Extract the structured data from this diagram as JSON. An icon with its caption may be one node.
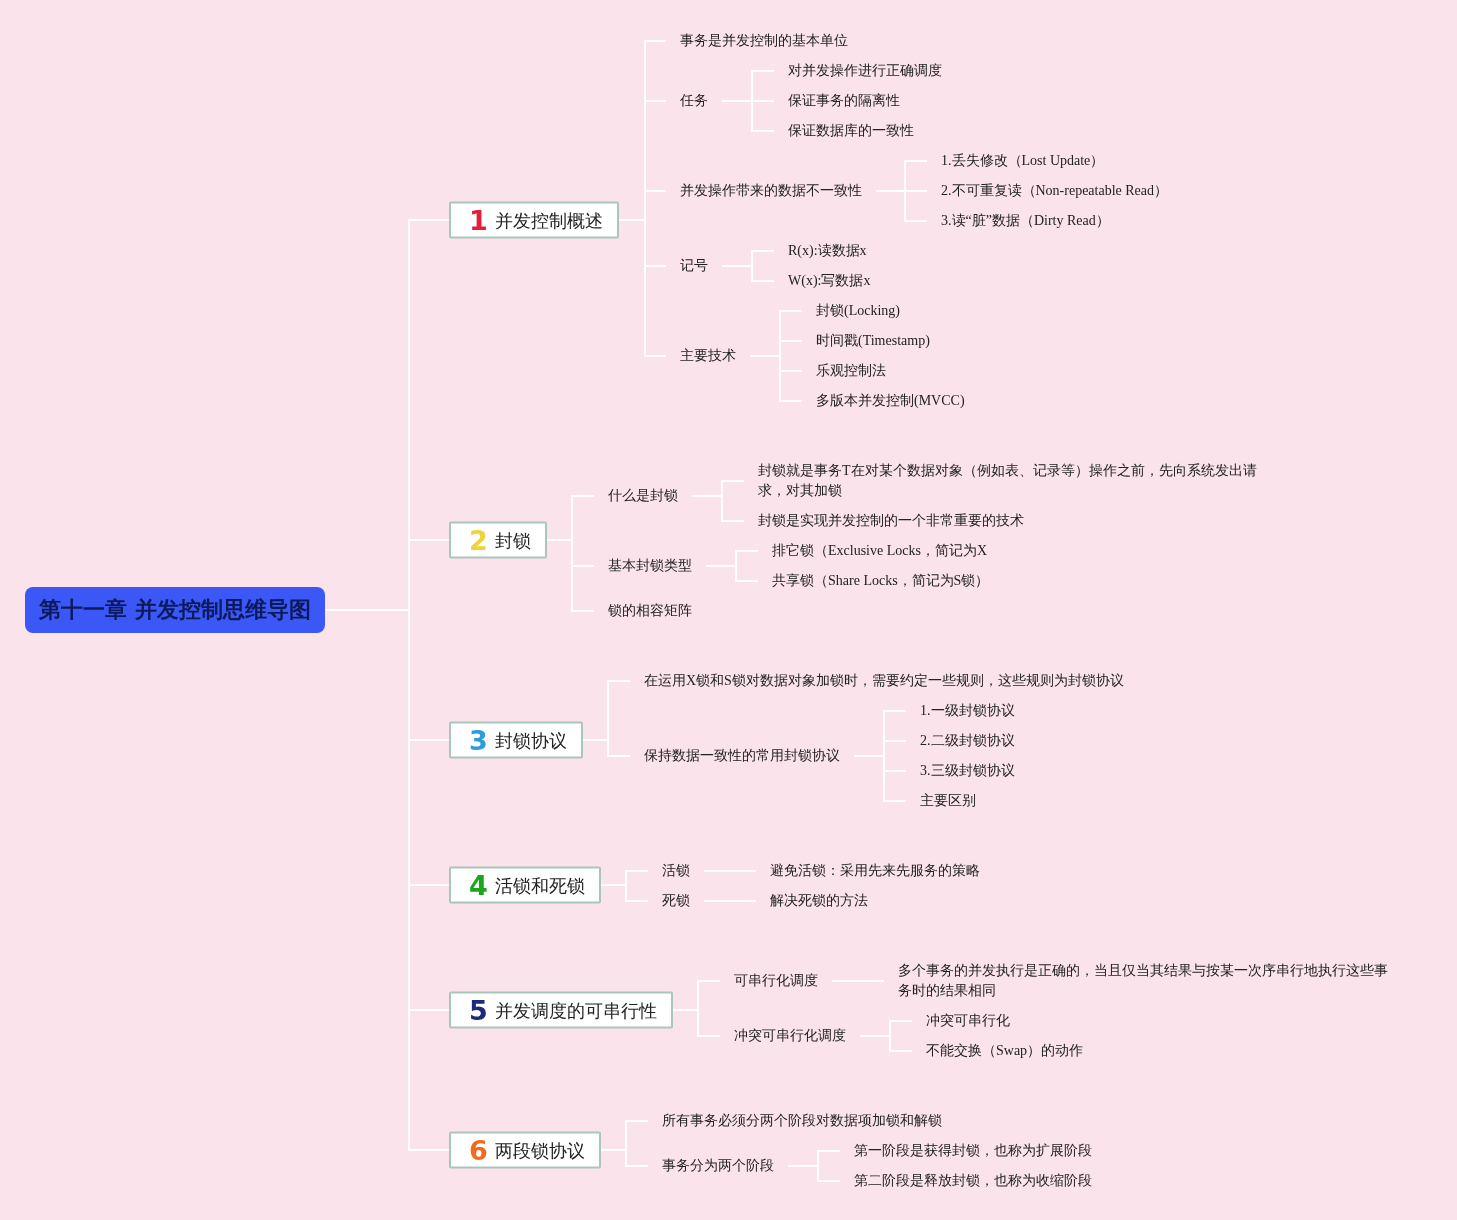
{
  "diagram": {
    "nodes": [
      {
        "text": [
          "第十一章 并发控制思维导图"
        ]
      },
      {
        "text": [
          "1",
          "并发控制概述"
        ]
      },
      {
        "text": [
          "事务是并发控制的基本单位"
        ]
      },
      {
        "text": [
          "任务"
        ]
      },
      {
        "text": [
          "对并发操作进行正确调度"
        ]
      },
      {
        "text": [
          "保证事务的隔离性"
        ]
      },
      {
        "text": [
          "保证数据库的一致性"
        ]
      },
      {
        "text": [
          "并发操作带来的数据不一致性"
        ]
      },
      {
        "text": [
          "1.丢失修改（Lost Update）"
        ]
      },
      {
        "text": [
          "2.不可重复读（Non-repeatable Read）"
        ]
      },
      {
        "text": [
          "3.读“脏”数据（Dirty Read）"
        ]
      },
      {
        "text": [
          "记号"
        ]
      },
      {
        "text": [
          "R(x):读数据x"
        ]
      },
      {
        "text": [
          "W(x):写数据x"
        ]
      },
      {
        "text": [
          "主要技术"
        ]
      },
      {
        "text": [
          "封锁(Locking)"
        ]
      },
      {
        "text": [
          "时间戳(Timestamp)"
        ]
      },
      {
        "text": [
          "乐观控制法"
        ]
      },
      {
        "text": [
          "多版本并发控制(MVCC)"
        ]
      },
      {
        "text": [
          "2",
          "封锁"
        ]
      },
      {
        "text": [
          "什么是封锁"
        ]
      },
      {
        "text": [
          "封锁就是事务T在对某个数据对象（例如表、记录等）操作之前，先向系统发出请求，对其加锁"
        ]
      },
      {
        "text": [
          "封锁是实现并发控制的一个非常重要的技术"
        ]
      },
      {
        "text": [
          "基本封锁类型"
        ]
      },
      {
        "text": [
          "排它锁（Exclusive Locks，简记为X"
        ]
      },
      {
        "text": [
          "共享锁（Share Locks，简记为S锁）"
        ]
      },
      {
        "text": [
          "锁的相容矩阵"
        ]
      },
      {
        "text": [
          "3",
          "封锁协议"
        ]
      },
      {
        "text": [
          "在运用X锁和S锁对数据对象加锁时，需要约定一些规则，这些规则为封锁协议"
        ]
      },
      {
        "text": [
          "保持数据一致性的常用封锁协议"
        ]
      },
      {
        "text": [
          "1.一级封锁协议"
        ]
      },
      {
        "text": [
          "2.二级封锁协议"
        ]
      },
      {
        "text": [
          "3.三级封锁协议"
        ]
      },
      {
        "text": [
          "主要区别"
        ]
      },
      {
        "text": [
          "4",
          "活锁和死锁"
        ]
      },
      {
        "text": [
          "活锁"
        ]
      },
      {
        "text": [
          "避免活锁：采用先来先服务的策略"
        ]
      },
      {
        "text": [
          "死锁"
        ]
      },
      {
        "text": [
          "解决死锁的方法"
        ]
      },
      {
        "text": [
          "5",
          "并发调度的可串行性"
        ]
      },
      {
        "text": [
          "可串行化调度"
        ]
      },
      {
        "text": [
          "多个事务的并发执行是正确的，当且仅当其结果与按某一次序串行地执行这些事务时的结果相同"
        ]
      },
      {
        "text": [
          "冲突可串行化调度"
        ]
      },
      {
        "text": [
          "冲突可串行化"
        ]
      },
      {
        "text": [
          "不能交换（Swap）的动作"
        ]
      },
      {
        "text": [
          "6",
          "两段锁协议"
        ]
      },
      {
        "text": [
          "所有事务必须分两个阶段对数据项加锁和解锁"
        ]
      },
      {
        "text": [
          "事务分为两个阶段"
        ]
      },
      {
        "text": [
          "第一阶段是获得封锁，也称为扩展阶段"
        ]
      },
      {
        "text": [
          "第二阶段是释放封锁，也称为收缩阶段"
        ]
      }
    ],
    "edges": [
      {
        "from": 0,
        "to": 1,
        "arrow": "none"
      },
      {
        "from": 1,
        "to": 2,
        "arrow": "none"
      },
      {
        "from": 1,
        "to": 3,
        "arrow": "none"
      },
      {
        "from": 3,
        "to": 4,
        "arrow": "none"
      },
      {
        "from": 3,
        "to": 5,
        "arrow": "none"
      },
      {
        "from": 3,
        "to": 6,
        "arrow": "none"
      },
      {
        "from": 1,
        "to": 7,
        "arrow": "none"
      },
      {
        "from": 7,
        "to": 8,
        "arrow": "none"
      },
      {
        "from": 7,
        "to": 9,
        "arrow": "none"
      },
      {
        "from": 7,
        "to": 10,
        "arrow": "none"
      },
      {
        "from": 1,
        "to": 11,
        "arrow": "none"
      },
      {
        "from": 11,
        "to": 12,
        "arrow": "none"
      },
      {
        "from": 11,
        "to": 13,
        "arrow": "none"
      },
      {
        "from": 1,
        "to": 14,
        "arrow": "none"
      },
      {
        "from": 14,
        "to": 15,
        "arrow": "none"
      },
      {
        "from": 14,
        "to": 16,
        "arrow": "none"
      },
      {
        "from": 14,
        "to": 17,
        "arrow": "none"
      },
      {
        "from": 14,
        "to": 18,
        "arrow": "none"
      },
      {
        "from": 0,
        "to": 19,
        "arrow": "none"
      },
      {
        "from": 19,
        "to": 20,
        "arrow": "none"
      },
      {
        "from": 20,
        "to": 21,
        "arrow": "none"
      },
      {
        "from": 20,
        "to": 22,
        "arrow": "none"
      },
      {
        "from": 19,
        "to": 23,
        "arrow": "none"
      },
      {
        "from": 23,
        "to": 24,
        "arrow": "none"
      },
      {
        "from": 23,
        "to": 25,
        "arrow": "none"
      },
      {
        "from": 19,
        "to": 26,
        "arrow": "none"
      },
      {
        "from": 0,
        "to": 27,
        "arrow": "none"
      },
      {
        "from": 27,
        "to": 28,
        "arrow": "none"
      },
      {
        "from": 27,
        "to": 29,
        "arrow": "none"
      },
      {
        "from": 29,
        "to": 30,
        "arrow": "none"
      },
      {
        "from": 29,
        "to": 31,
        "arrow": "none"
      },
      {
        "from": 29,
        "to": 32,
        "arrow": "none"
      },
      {
        "from": 29,
        "to": 33,
        "arrow": "none"
      },
      {
        "from": 0,
        "to": 34,
        "arrow": "none"
      },
      {
        "from": 34,
        "to": 35,
        "arrow": "none"
      },
      {
        "from": 35,
        "to": 36,
        "arrow": "none"
      },
      {
        "from": 34,
        "to": 37,
        "arrow": "none"
      },
      {
        "from": 37,
        "to": 38,
        "arrow": "none"
      },
      {
        "from": 0,
        "to": 39,
        "arrow": "none"
      },
      {
        "from": 39,
        "to": 40,
        "arrow": "none"
      },
      {
        "from": 40,
        "to": 41,
        "arrow": "none"
      },
      {
        "from": 39,
        "to": 42,
        "arrow": "none"
      },
      {
        "from": 42,
        "to": 43,
        "arrow": "none"
      },
      {
        "from": 42,
        "to": 44,
        "arrow": "none"
      },
      {
        "from": 0,
        "to": 45,
        "arrow": "none"
      },
      {
        "from": 45,
        "to": 46,
        "arrow": "none"
      },
      {
        "from": 45,
        "to": 47,
        "arrow": "none"
      },
      {
        "from": 47,
        "to": 48,
        "arrow": "none"
      },
      {
        "from": 47,
        "to": 49,
        "arrow": "none"
      }
    ]
  }
}
